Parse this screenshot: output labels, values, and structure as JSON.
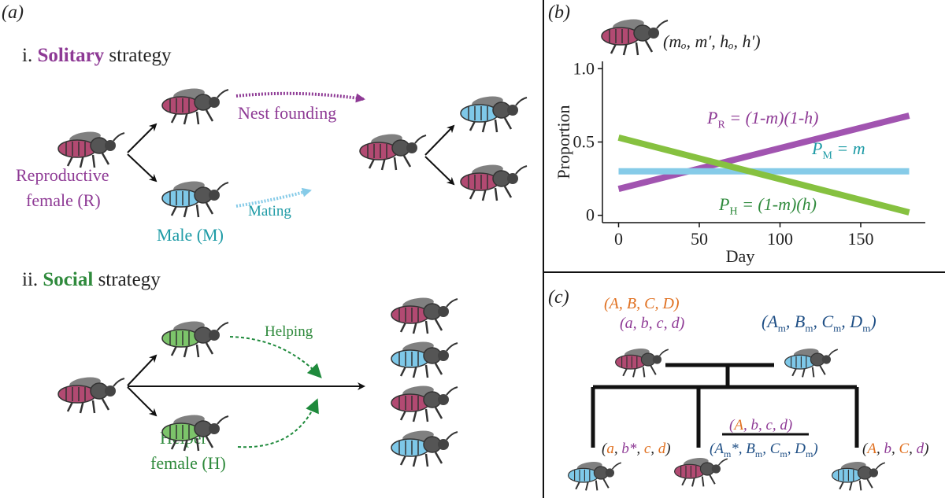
{
  "colors": {
    "reproductive": "#8e3a95",
    "male": "#1e9ba6",
    "helper": "#2f8a3c",
    "pink_bee": "#b24a72",
    "blue_bee": "#7ec8e8",
    "green_bee": "#7cc46a",
    "line_R": "#a154b0",
    "line_M": "#86cbe8",
    "line_H": "#86c140",
    "orange": "#e07020",
    "navy": "#1f4f85"
  },
  "panel_a": {
    "label": "(a)",
    "solitary": {
      "prefix": "i. ",
      "word": "Solitary",
      "suffix": " strategy"
    },
    "social": {
      "prefix": "ii. ",
      "word": "Social",
      "suffix": " strategy"
    },
    "reproductive_label": [
      "Reproductive",
      "female (R)"
    ],
    "male_label": "Male (M)",
    "helper_label": [
      "Helper",
      "female (H)"
    ],
    "nest_founding": "Nest founding",
    "mating": "Mating",
    "helping": "Helping"
  },
  "panel_b": {
    "label": "(b)",
    "params": "(mₒ, m′, hₒ, h′)",
    "eq_R": "Pᴿ = (1-m)(1-h)",
    "eq_M": "Pₘ = m",
    "eq_H": "Pₕ = (1-m)(h)",
    "eq_R_parts": {
      "p": "P",
      "sub": "R",
      "rest": " = (1-m)(1-h)"
    },
    "eq_M_parts": {
      "p": "P",
      "sub": "M",
      "rest": " = m"
    },
    "eq_H_parts": {
      "p": "P",
      "sub": "H",
      "rest": " = (1-m)(h)"
    }
  },
  "chart_data": {
    "type": "line",
    "xlabel": "Day",
    "ylabel": "Proportion",
    "xlim": [
      -10,
      190
    ],
    "ylim": [
      -0.05,
      1.05
    ],
    "xticks": [
      0,
      50,
      100,
      150
    ],
    "yticks": [
      0,
      0.5,
      1.0
    ],
    "xtick_labels": [
      "0",
      "50",
      "100",
      "150"
    ],
    "ytick_labels": [
      "0",
      "0.5",
      "1.0"
    ],
    "grid": false,
    "series": [
      {
        "key": "R",
        "x": [
          0,
          180
        ],
        "y": [
          0.18,
          0.68
        ]
      },
      {
        "key": "M",
        "x": [
          0,
          180
        ],
        "y": [
          0.3,
          0.3
        ]
      },
      {
        "key": "H",
        "x": [
          0,
          180
        ],
        "y": [
          0.53,
          0.02
        ]
      }
    ]
  },
  "panel_c": {
    "label": "(c)",
    "female_genes_upper": [
      "A",
      "B",
      "C",
      "D"
    ],
    "female_genes_lower": [
      "a",
      "b",
      "c",
      "d"
    ],
    "male_genes": [
      "A",
      "B",
      "C",
      "D"
    ],
    "male_sub": "m",
    "child1": [
      "a",
      "b*",
      "c",
      "d"
    ],
    "child2_top": [
      "A",
      "b",
      "c",
      "d"
    ],
    "child2_bottom": [
      "A",
      "B",
      "C",
      "D"
    ],
    "child2_bottom_marks": [
      "*",
      "",
      "",
      ""
    ],
    "child3": [
      "A",
      "b",
      "C",
      "d"
    ]
  }
}
